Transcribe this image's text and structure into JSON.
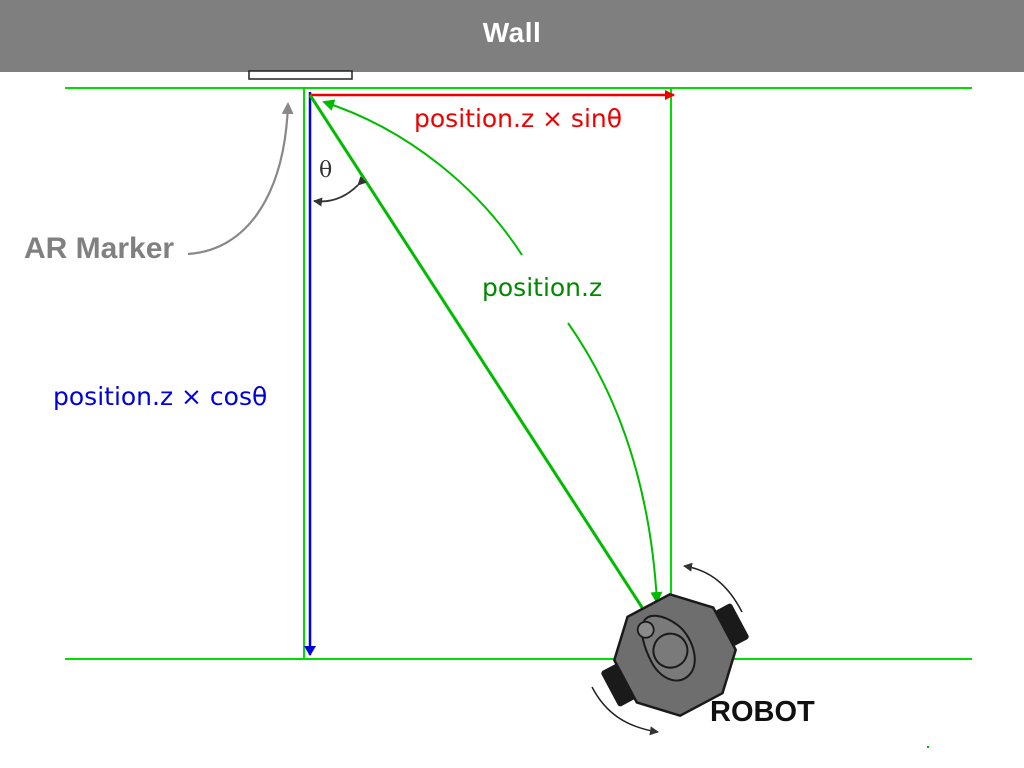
{
  "wall": {
    "label": "Wall"
  },
  "marker": {
    "label": "AR Marker"
  },
  "angle": {
    "symbol": "θ"
  },
  "labels": {
    "sin_component": "position.z × sinθ",
    "distance": "position.z",
    "cos_component": "position.z × cosθ",
    "robot": "ROBOT"
  },
  "colors": {
    "wall_bar": "#7f7f7f",
    "guide_lines": "#00dd00",
    "distance_arrow": "#00bb00",
    "sin_arrow": "#ee0000",
    "cos_arrow": "#0000dd",
    "marker_callout": "#808080",
    "robot_body": "#6e6e6e"
  },
  "icons": {
    "robot": "robot-top-view-icon",
    "rotation": "rotation-arrow-icon"
  }
}
